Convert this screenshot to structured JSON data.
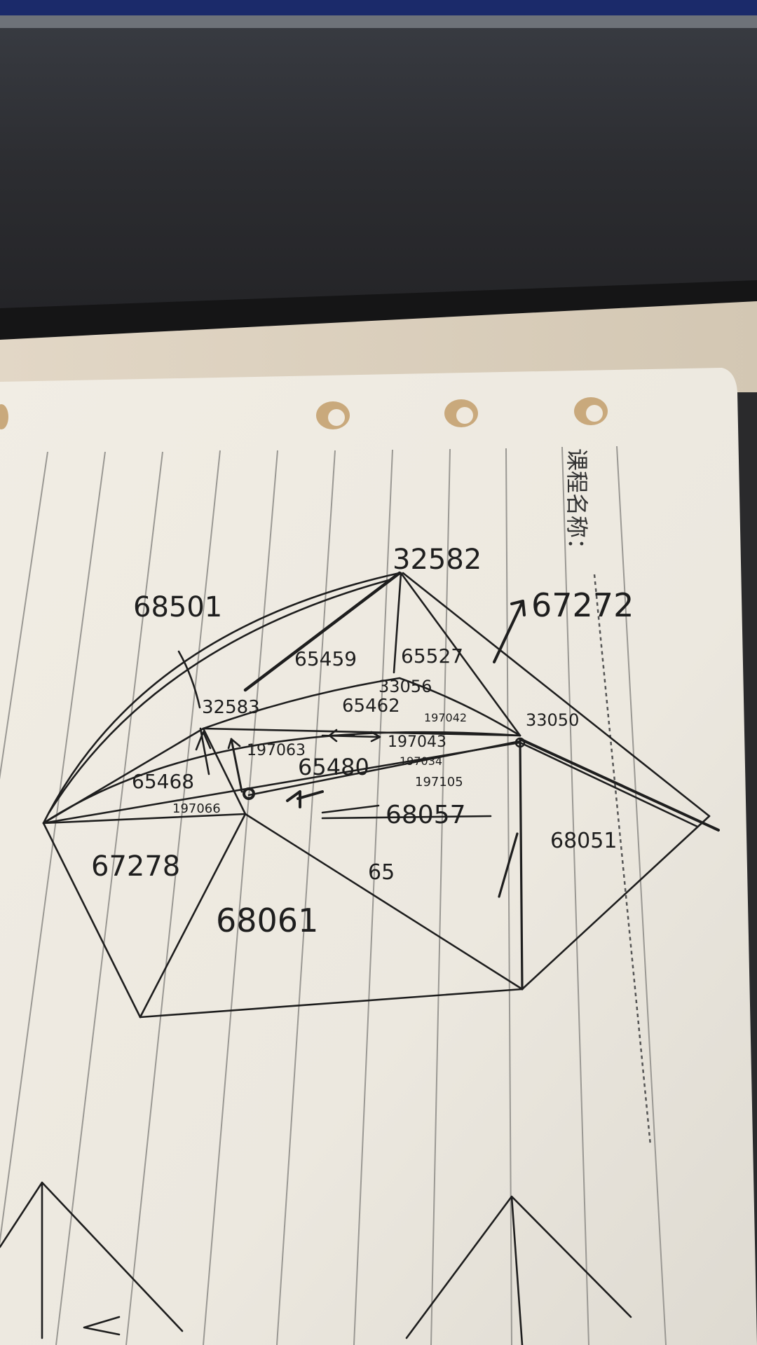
{
  "header": {
    "course_label": "课程名称："
  },
  "labels": {
    "top_node": "32582",
    "top_left": "68501",
    "top_right_arrow": "67272",
    "left_node": "32583",
    "center_top_node": "33056",
    "right_node": "33050",
    "top_left_face": "65459",
    "top_right_face": "65527",
    "mid_face": "65462",
    "small_1": "197042",
    "small_2": "197043",
    "small_3": "197063",
    "center_face": "65480",
    "small_4": "197034",
    "small_5": "197105",
    "left_face": "65468",
    "small_left": "197066",
    "lower_center": "68057",
    "right_face": "68051",
    "bottom_left_face": "67278",
    "bottom_mid_face": "68061",
    "lone_mark": "65"
  },
  "colors": {
    "paper": "#f3efe6",
    "ruled_line": "#9a9893",
    "ink": "#1e1e1e",
    "desk": "#2a2a2c",
    "wood": "#d9cfbe"
  }
}
